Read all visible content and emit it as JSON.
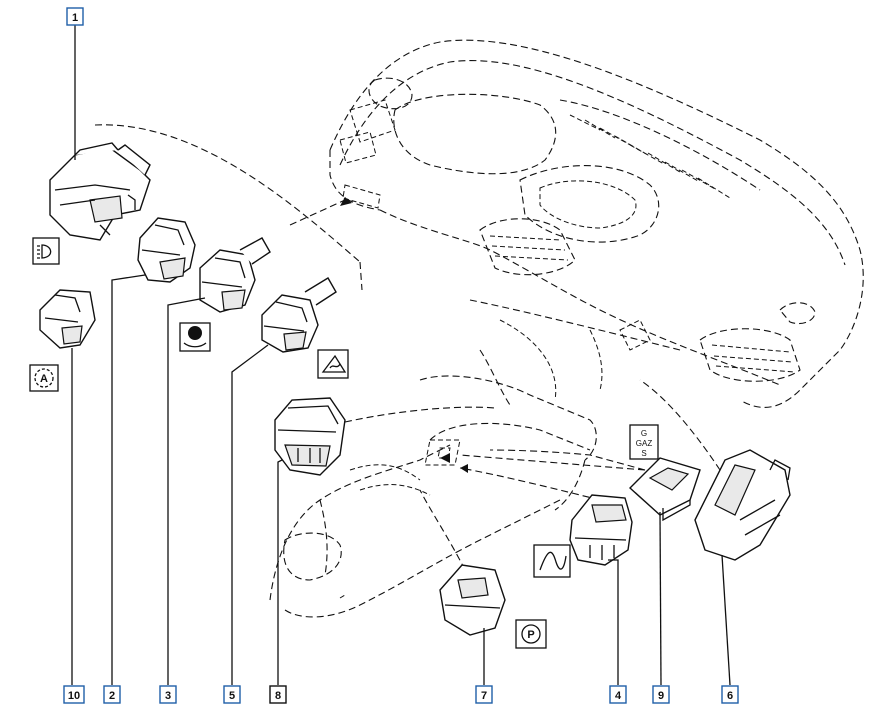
{
  "callouts": [
    {
      "id": "1",
      "boxed": true
    },
    {
      "id": "2",
      "boxed": true
    },
    {
      "id": "3",
      "boxed": true
    },
    {
      "id": "5",
      "boxed": true
    },
    {
      "id": "8",
      "boxed": false
    },
    {
      "id": "7",
      "boxed": true
    },
    {
      "id": "4",
      "boxed": true
    },
    {
      "id": "9",
      "boxed": true
    },
    {
      "id": "6",
      "boxed": true
    },
    {
      "id": "10",
      "boxed": true
    }
  ],
  "symbols": {
    "lamp": "headlamp-level-icon",
    "auto": "auto-stop-icon",
    "camera": "parking-sensor-icon",
    "esp": "esp-off-icon",
    "parking": "P",
    "wave": "suspension-icon",
    "gaz": [
      "G",
      "GAZ",
      "S"
    ]
  },
  "colors": {
    "line": "#111111",
    "callout_border": "#1f5fa8"
  }
}
